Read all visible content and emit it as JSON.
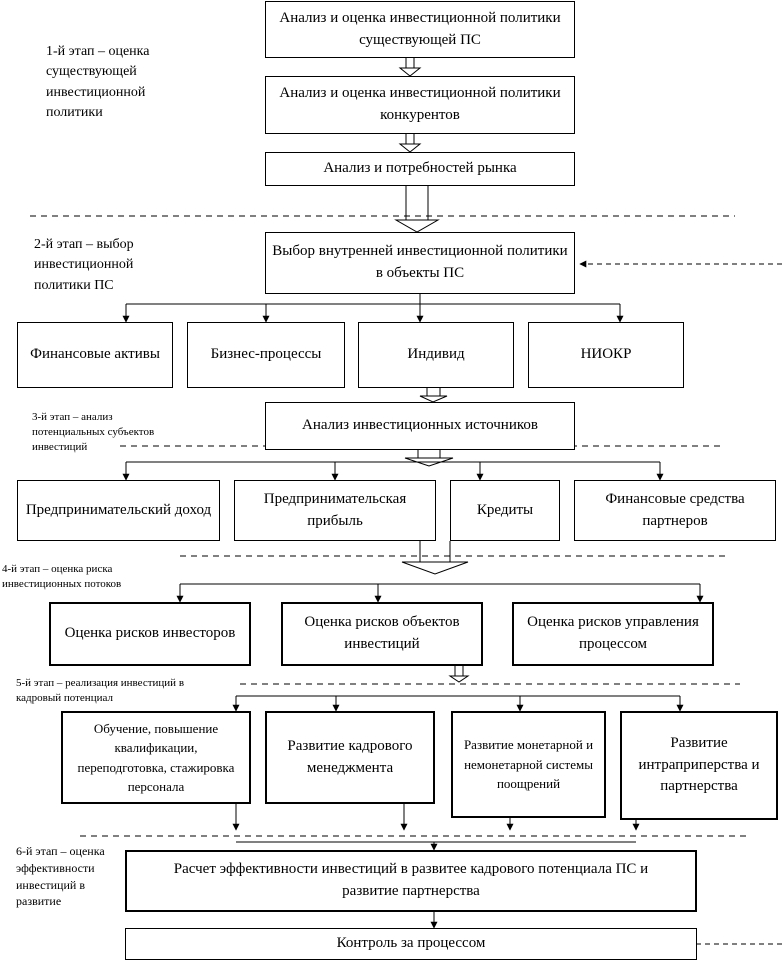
{
  "stages": {
    "s1": "1-й этап – оценка существующей инвестиционной политики",
    "s2": "2-й этап – выбор инвестиционной политики ПС",
    "s3": "3-й этап – анализ потенциальных субъектов инвестиций",
    "s4": "4-й этап – оценка риска инвестиционных потоков",
    "s5": "5-й этап – реализация инвестиций в кадровый потенциал",
    "s6": "6-й этап – оценка эффективности инвестиций в развитие"
  },
  "boxes": {
    "analysis_current": "Анализ и оценка инвестиционной политики существующей ПС",
    "analysis_competitors": "Анализ и оценка инвестиционной политики конкурентов",
    "market_needs": "Анализ и потребностей рынка",
    "choice_policy": "Выбор внутренней инвестиционной политики в объекты ПС",
    "financial_assets": "Финансовые активы",
    "business_processes": "Бизнес-процессы",
    "individual": "Индивид",
    "niokr": "НИОКР",
    "sources_analysis": "Анализ инвестиционных источников",
    "entrepreneurial_income": "Предпринимательский доход",
    "entrepreneurial_profit": "Предпринимательская прибыль",
    "credits": "Кредиты",
    "partner_funds": "Финансовые средства партнеров",
    "risk_investors": "Оценка рисков инвесторов",
    "risk_objects": "Оценка рисков объектов инвестиций",
    "risk_management": "Оценка рисков управления процессом",
    "training": "Обучение, повышение квалификации, переподготовка, стажировка персонала",
    "hr_management": "Развитие кадрового менеджмента",
    "incentives": "Развитие монетарной и немонетарной системы поощрений",
    "intrapreneurship": "Развитие интраприперства и партнерства",
    "efficiency_calc": "Расчет эффективности инвестиций в развитее кадрового потенциала ПС и развитие партнерства",
    "process_control": "Контроль за процессом"
  }
}
